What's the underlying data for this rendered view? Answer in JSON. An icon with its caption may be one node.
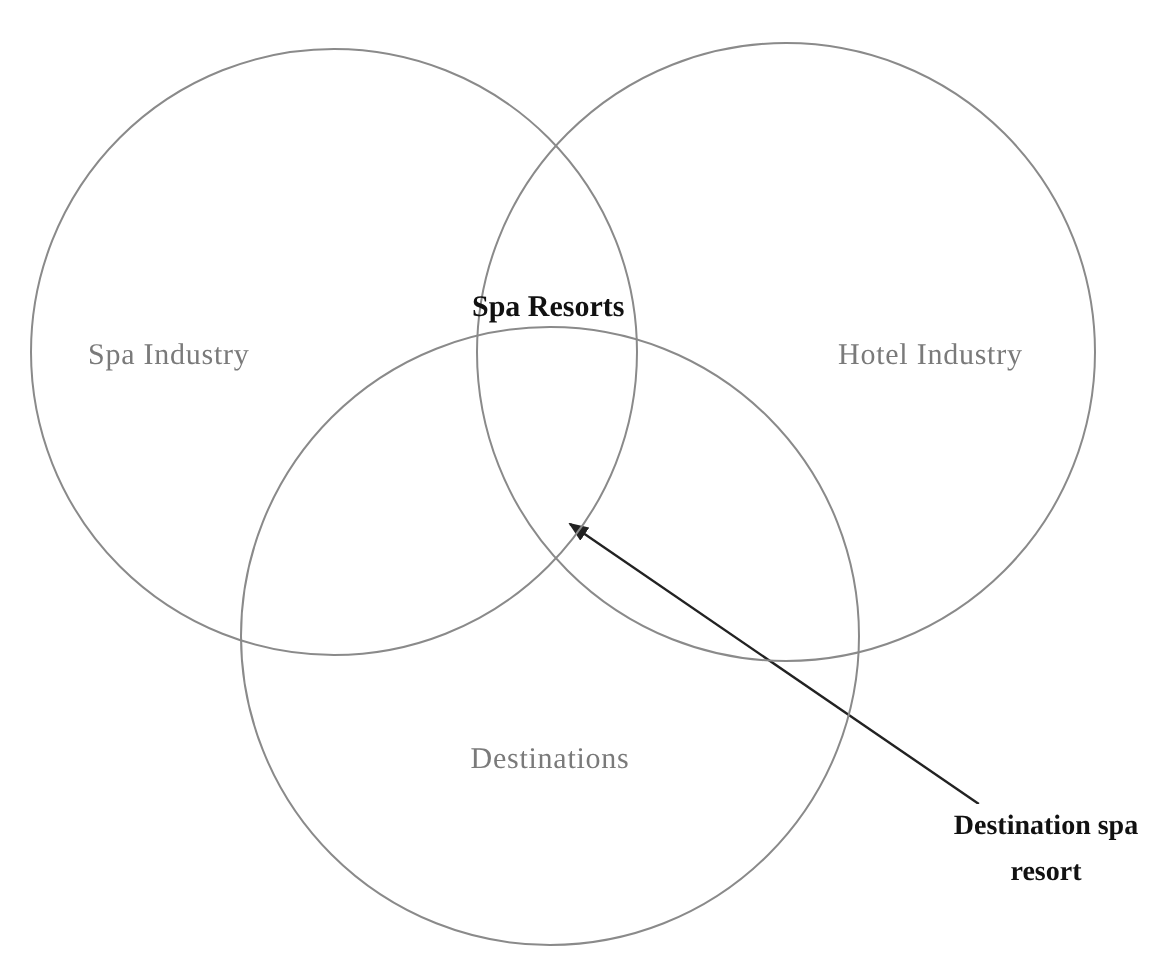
{
  "diagram": {
    "nodes": [
      {
        "text": [
          "Spa Industry"
        ]
      },
      {
        "text": [
          "Hotel Industry"
        ]
      },
      {
        "text": [
          "Destinations"
        ]
      },
      {
        "text": [
          "Destination spa resort"
        ]
      }
    ],
    "edges": [
      {
        "from": 3,
        "to": 0,
        "arrow": "to"
      }
    ],
    "labels": [
      "Spa Resorts"
    ]
  }
}
